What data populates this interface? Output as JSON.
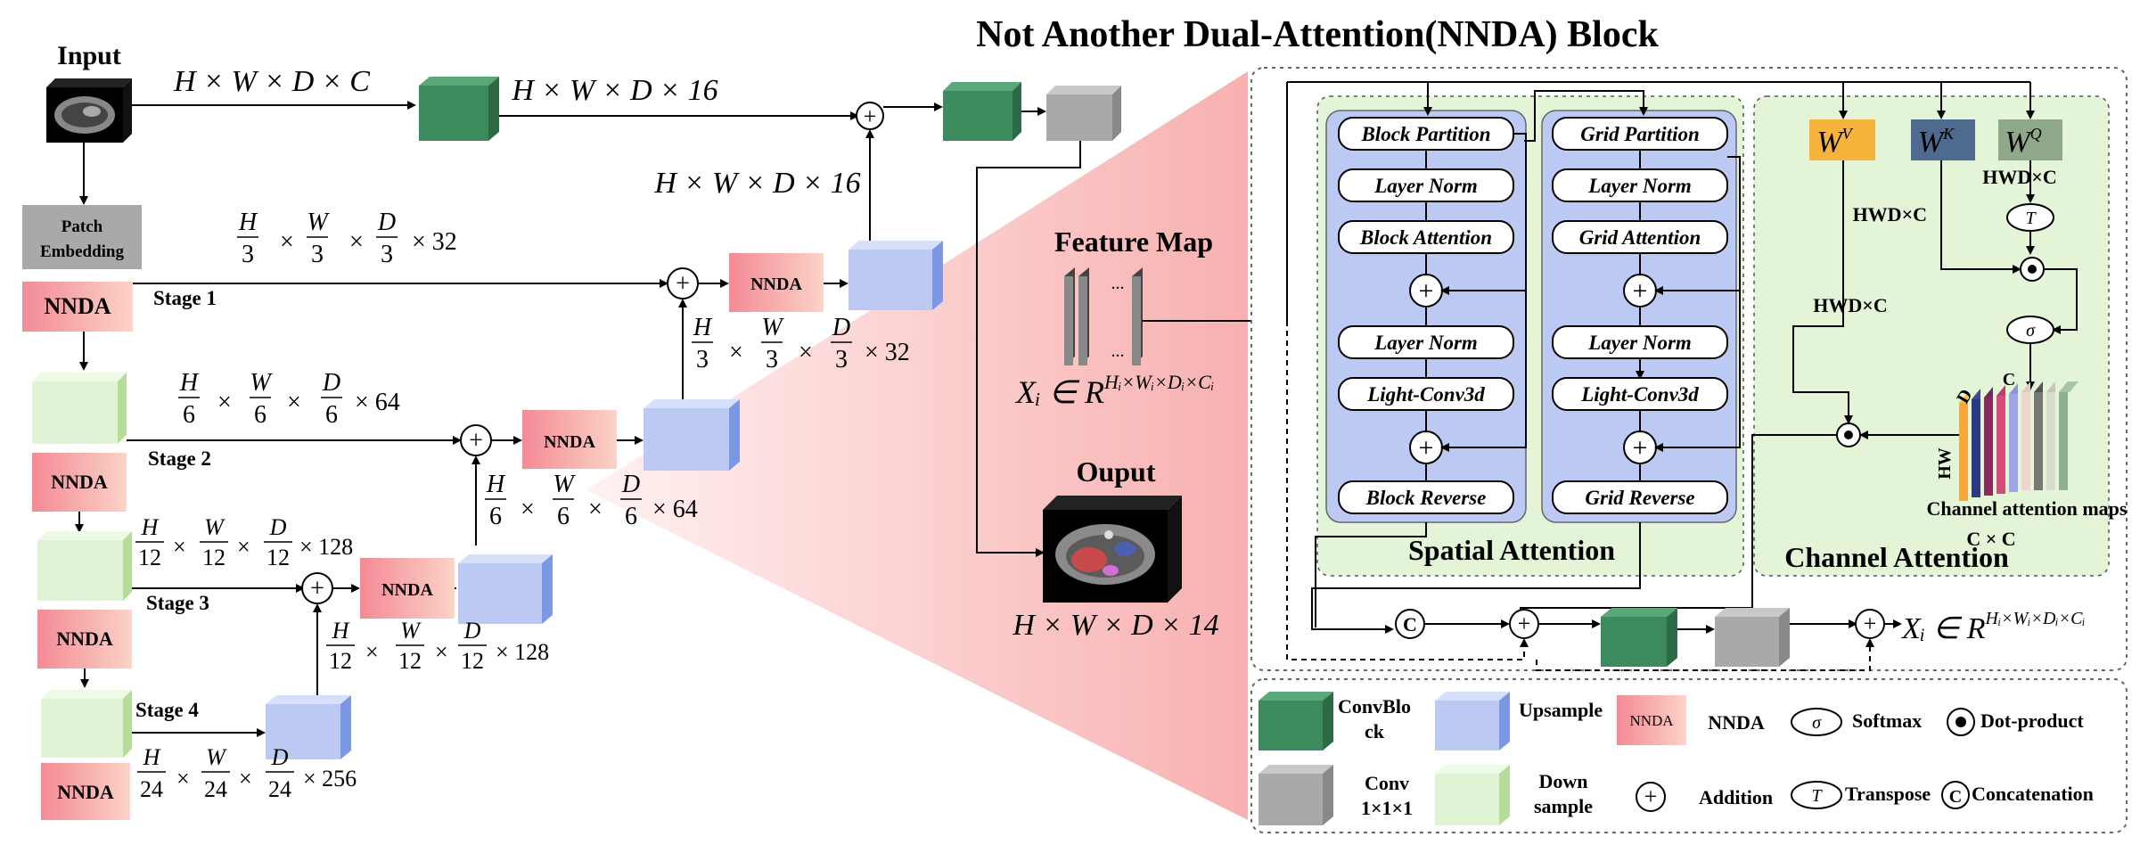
{
  "title": "Not Another Dual-Attention(NNDA) Block",
  "input": {
    "label": "Input",
    "dims": "H × W × D × C"
  },
  "patch_embedding": [
    "Patch",
    "Embedding"
  ],
  "nnda": "NNDA",
  "stages": [
    "Stage 1",
    "Stage 2",
    "Stage 3",
    "Stage 4"
  ],
  "dims": {
    "hwd16_top": "H × W × D × 16",
    "hwd16_mid": "H × W × D × 16",
    "s1": {
      "h": "H",
      "w": "W",
      "d": "D",
      "den": "3",
      "c": "× 32"
    },
    "s1b": {
      "h": "H",
      "w": "W",
      "d": "D",
      "den": "3",
      "c": "× 32"
    },
    "s2": {
      "h": "H",
      "w": "W",
      "d": "D",
      "den": "6",
      "c": "× 64"
    },
    "s2b": {
      "h": "H",
      "w": "W",
      "d": "D",
      "den": "6",
      "c": "× 64"
    },
    "s3": {
      "h": "H",
      "w": "W",
      "d": "D",
      "den": "12",
      "c": "× 128"
    },
    "s3b": {
      "h": "H",
      "w": "W",
      "d": "D",
      "den": "12",
      "c": "× 128"
    },
    "s4": {
      "h": "H",
      "w": "W",
      "d": "D",
      "den": "24",
      "c": "× 256"
    }
  },
  "feature_map": {
    "label": "Feature Map",
    "xi": "Xᵢ ∈ R",
    "xi_sup": "Hᵢ×Wᵢ×Dᵢ×Cᵢ"
  },
  "output": {
    "label": "Ouput",
    "dims": "H × W × D × 14"
  },
  "spatial": {
    "label": "Spatial Attention",
    "block_col": [
      "Block Partition",
      "Layer Norm",
      "Block Attention",
      "Layer Norm",
      "Light-Conv3d",
      "Block Reverse"
    ],
    "grid_col": [
      "Grid Partition",
      "Layer Norm",
      "Grid Attention",
      "Layer Norm",
      "Light-Conv3d",
      "Grid Reverse"
    ]
  },
  "channel": {
    "label": "Channel Attention",
    "wv": "W",
    "wv_sup": "V",
    "wk": "W",
    "wk_sup": "K",
    "wq": "W",
    "wq_sup": "Q",
    "hwdc_1": "HWD×C",
    "hwdc_2": "HWD×C",
    "hwdc_3": "HWD×C",
    "t": "T",
    "sigma": "σ",
    "d": "D",
    "c": "C",
    "hw": "HW",
    "maps_label": "Channel attention maps",
    "cxc": "C × C"
  },
  "output_xi": {
    "text": "Xᵢ ∈ R",
    "sup": "Hᵢ×Wᵢ×Dᵢ×Cᵢ"
  },
  "concat_symbol": "C",
  "legend": {
    "convblock": [
      "ConvBlo",
      "ck"
    ],
    "upsample": "Upsample",
    "nnda_chip": "NNDA",
    "nnda": "NNDA",
    "sigma": "σ",
    "softmax": "Softmax",
    "dot": "Dot-product",
    "conv": [
      "Conv",
      "1×1×1"
    ],
    "down": [
      "Down",
      "sample"
    ],
    "addition": "Addition",
    "t": "T",
    "transpose": "Transpose",
    "c": "C",
    "concat": "Concatenation"
  },
  "colors": {
    "green_dark": "#3d8a5e",
    "upsample_blue": "#bccaf3",
    "downsample_green": "#e0f4d5",
    "gray": "#a9a9a9",
    "spatial_bg": "#e3f4d7",
    "column_bg": "#bccaf3",
    "wv": "#f6b43c",
    "wk": "#4e6a8f",
    "wq": "#8fa88a"
  }
}
